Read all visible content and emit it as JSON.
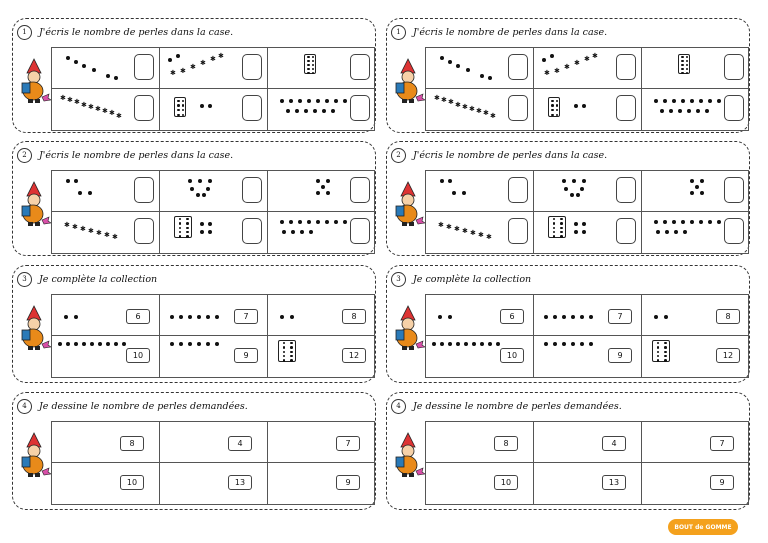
{
  "exercises": [
    {
      "number": "1",
      "instruction": "J'écris le nombre de perles dans la case."
    },
    {
      "number": "2",
      "instruction": "J'écris le nombre de perles dans la case."
    },
    {
      "number": "3",
      "instruction": "Je complète la collection"
    },
    {
      "number": "4",
      "instruction": "Je dessine le nombre de perles demandées."
    }
  ],
  "exercise3_targets": [
    "6",
    "7",
    "8",
    "10",
    "9",
    "12"
  ],
  "exercise4_targets": [
    "8",
    "4",
    "7",
    "10",
    "13",
    "9"
  ],
  "logo": {
    "text": "BOUT de GOMME"
  },
  "colors": {
    "logo": "#f4a11d",
    "mascot_body": "#e88a1a",
    "mascot_hat": "#d33"
  }
}
